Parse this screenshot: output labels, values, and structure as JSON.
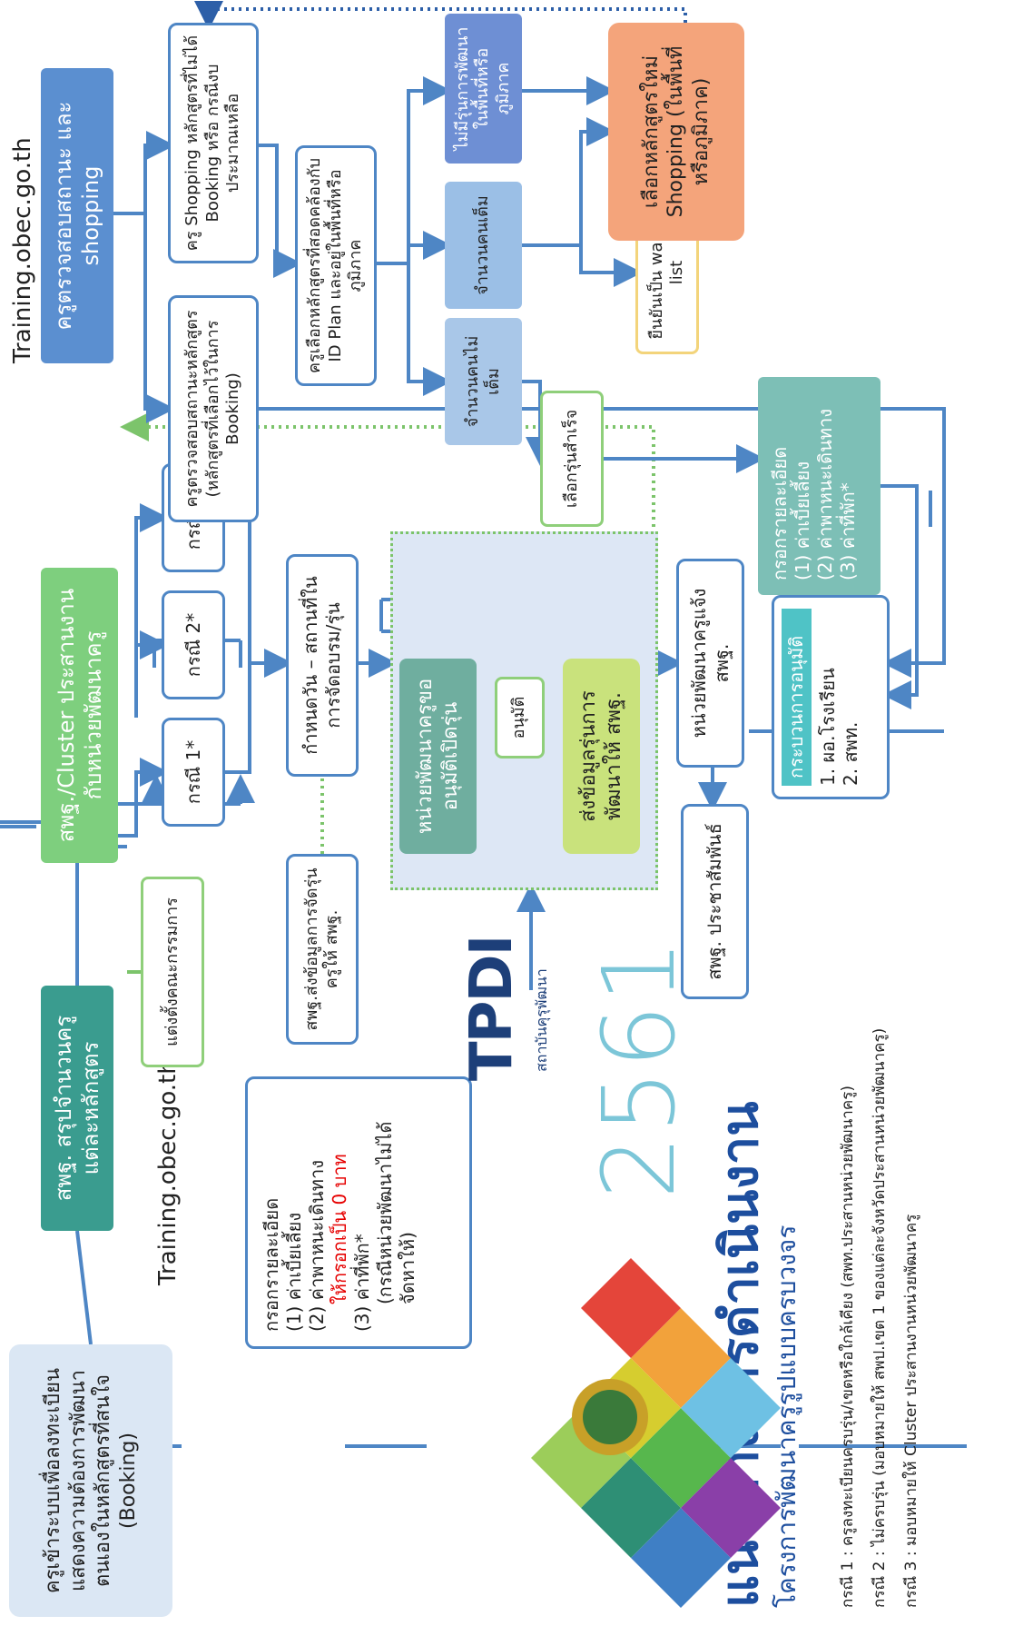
{
  "title": {
    "year": "2561",
    "heading": "แนวทางการดำเนินงาน",
    "subtitle": "โครงการพัฒนาครูรูปแบบครบวงจร"
  },
  "logo_text": {
    "tpdi": "TPDI",
    "tpdi_caption": "สถาบันคุรุพัฒนา"
  },
  "left": {
    "booking_box": "ครูเข้าระบบเพื่อลงทะเบียนแสดงความต้องการพัฒนาตนเองในหลักสูตรที่สนใจ (Booking)",
    "site_label": "Training.obec.go.th",
    "fill_title": "กรอกรายละเอียด",
    "fill_items": [
      "(1) ค่าเบี้ยเลี้ยง",
      "(2) ค่าพาหนะเดินทาง"
    ],
    "fill_red": "ให้กรอกเป็น 0 บาท",
    "fill_item3": "(3) ค่าที่พัก*",
    "fill_note": "(กรณีหน่วยพัฒนาไม่ได้จัดหาให้)"
  },
  "middle": {
    "summary_box": "สพฐ. สรุปจำนวนครูแต่ละหลักสูตร",
    "committee_box": "แต่งตั้งคณะกรรมการ",
    "cluster_box": "สพฐ./Cluster ประสานงานกับหน่วยพัฒนาครู",
    "cases": [
      "กรณี 1*",
      "กรณี 2*",
      "กรณี 3*"
    ],
    "send_info_box": "สพฐ.ส่งข้อมูลการจัดรุ่นครูให้ สพฐ.",
    "schedule_box": "กำหนดวัน – สถานที่ในการจัดอบรม/รุ่น",
    "unit_request": "หน่วยพัฒนาครูขออนุมัติเปิดรุ่น",
    "approve": "อนุมัติ",
    "send_data": "ส่งข้อมูลรุ่นการพัฒนาให้ สพฐ.",
    "unit_inform": "หน่วยพัฒนาครูแจ้ง สพฐ.",
    "pr_box": "สพฐ. ประชาสัมพันธ์"
  },
  "right": {
    "site_label": "Training.obec.go.th",
    "check_box": "ครูตรวจสอบสถานะ และ shopping",
    "check_status": "ครูตรวจสอบสถานะหลักสูตร (หลักสูตรที่เลือกไว้ในการ Booking)",
    "shopping_box": "ครู Shopping หลักสูตรที่ไม่ได้ Booking หรือ กรณีงบประมาณเหลือ",
    "select_box": "ครูเลือกหลักสูตรที่สอดคล้องกับ ID Plan และอยู่ในพื้นที่หรือภูมิภาค",
    "not_full": "จำนวนคนไม่เต็ม",
    "full": "จำนวนคนเต็ม",
    "no_area": "ไม่มีรุ่นการพัฒนาในพื้นที่หรือภูมิภาค",
    "choose_batch": "เลือกรุ่นสำเร็จ",
    "waiting": "ยืนยันเป็น waiting list",
    "new_course": "เลือกหลักสูตรใหม่ Shopping (ในพื้นที่หรือภูมิภาค)",
    "fill_title": "กรอกรายละเอียด",
    "fill_items": [
      "(1) ค่าเบี้ยเลี้ยง",
      "(2) ค่าพาหนะเดินทาง",
      "(3) ค่าที่พัก*"
    ],
    "approval_title": "กระบวนการอนุมัติ",
    "approval_items": [
      "1. ผอ.โรงเรียน",
      "2. สพท."
    ]
  },
  "footnotes": [
    "กรณี 1 : ครูลงทะเบียนครบรุ่น/เขตหรือใกล้เคียง (สพท.ประสานหน่วยพัฒนาครู)",
    "กรณี 2 : ไม่ครบรุ่น (มอบหมายให้ สพป.เขต 1 ของแต่ละจังหวัดประสานหน่วยพัฒนาครู)",
    "กรณี 3 : มอบหมายให้ Cluster ประสานงานหน่วยพัฒนาครู"
  ],
  "colors": {
    "line": "#4e86c5",
    "dotted_blue": "#2d5fa8",
    "dotted_green": "#7cc46b",
    "orange": "#f4a47b"
  }
}
